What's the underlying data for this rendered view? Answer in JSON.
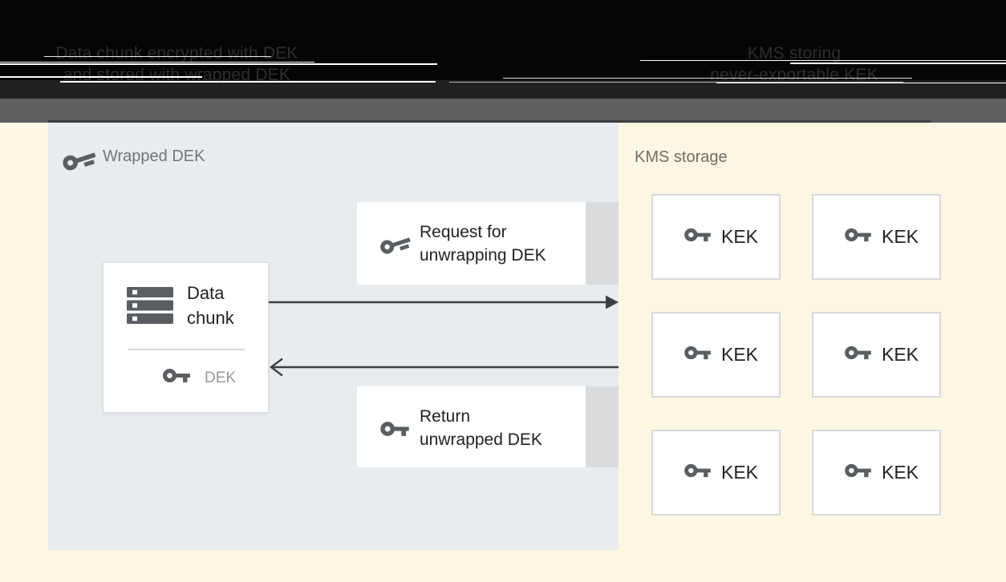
{
  "header": {
    "left": {
      "line1": "Data chunk encrypted with DEK",
      "line2": "and stored with wrapped DEK"
    },
    "right": {
      "line1": "KMS storing",
      "line2": "never-exportable KEK"
    }
  },
  "wrapped_dek_panel": {
    "label": "Wrapped DEK",
    "data_chunk": {
      "line1": "Data",
      "line2": "chunk",
      "dek_label": "DEK"
    },
    "request_box": {
      "line1": "Request for",
      "line2": "unwrapping DEK"
    },
    "return_box": {
      "line1": "Return",
      "line2": "unwrapped DEK"
    }
  },
  "kms_storage": {
    "label": "KMS storage",
    "keks": [
      {
        "label": "KEK"
      },
      {
        "label": "KEK"
      },
      {
        "label": "KEK"
      },
      {
        "label": "KEK"
      },
      {
        "label": "KEK"
      },
      {
        "label": "KEK"
      }
    ]
  },
  "icons": {
    "tilted_key": "key-tilted-icon",
    "flat_key": "key-icon",
    "data_chunk": "server-stack-icon"
  },
  "colors": {
    "background_yellow": "#fdf6e2",
    "panel_gray_blue": "#e8ecef",
    "box_white": "#ffffff",
    "box_border_gray": "#d7d9dd",
    "box_tail_gray": "#d9dbdd",
    "icon_gray": "#5a5e62",
    "arrow_gray": "#3f4043",
    "wrapped_dek_label_gray": "#757575",
    "kms_label_gray": "#6f6d66",
    "text_dark": "#202124",
    "dek_text_gray": "#96989b",
    "header_black": "#050505",
    "header_gray_band": "#5e5e5e",
    "glitch_text_gray": "#2e2e2e"
  }
}
